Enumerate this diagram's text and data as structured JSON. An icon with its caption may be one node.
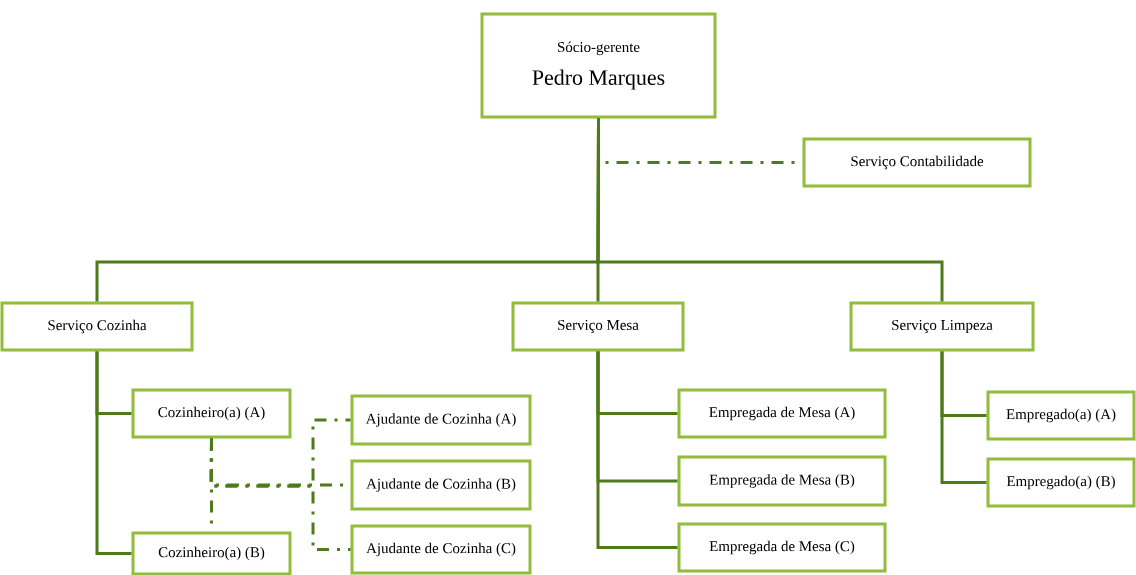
{
  "diagram": {
    "nodes": [
      {
        "text": [
          "Sócio-gerente",
          "Pedro Marques"
        ]
      },
      {
        "text": [
          "Serviço Contabilidade"
        ]
      },
      {
        "text": [
          "Serviço Cozinha"
        ]
      },
      {
        "text": [
          "Serviço Mesa"
        ]
      },
      {
        "text": [
          "Serviço Limpeza"
        ]
      },
      {
        "text": [
          "Cozinheiro(a) (A)"
        ]
      },
      {
        "text": [
          "Cozinheiro(a) (B)"
        ]
      },
      {
        "text": [
          "Ajudante de Cozinha (A)"
        ]
      },
      {
        "text": [
          "Ajudante de Cozinha (B)"
        ]
      },
      {
        "text": [
          "Ajudante de Cozinha (C)"
        ]
      },
      {
        "text": [
          "Empregada de Mesa (A)"
        ]
      },
      {
        "text": [
          "Empregada de Mesa (B)"
        ]
      },
      {
        "text": [
          "Empregada de Mesa (C)"
        ]
      },
      {
        "text": [
          "Empregado(a) (A)"
        ]
      },
      {
        "text": [
          "Empregado(a) (B)"
        ]
      }
    ],
    "edges": [
      {
        "from": 0,
        "to": 1,
        "arrow": "none",
        "style": "dashed"
      },
      {
        "from": 0,
        "to": 2,
        "arrow": "none"
      },
      {
        "from": 0,
        "to": 3,
        "arrow": "none"
      },
      {
        "from": 0,
        "to": 4,
        "arrow": "none"
      },
      {
        "from": 2,
        "to": 5,
        "arrow": "none"
      },
      {
        "from": 2,
        "to": 6,
        "arrow": "none"
      },
      {
        "from": 3,
        "to": 10,
        "arrow": "none"
      },
      {
        "from": 3,
        "to": 11,
        "arrow": "none"
      },
      {
        "from": 3,
        "to": 12,
        "arrow": "none"
      },
      {
        "from": 4,
        "to": 13,
        "arrow": "none"
      },
      {
        "from": 4,
        "to": 14,
        "arrow": "none"
      },
      {
        "from": 5,
        "to": 6,
        "arrow": "none",
        "style": "dashed"
      },
      {
        "from": 5,
        "to": 7,
        "arrow": "none",
        "style": "dashed"
      },
      {
        "from": 5,
        "to": 8,
        "arrow": "none",
        "style": "dashed"
      },
      {
        "from": 5,
        "to": 9,
        "arrow": "none",
        "style": "dashed"
      }
    ]
  }
}
